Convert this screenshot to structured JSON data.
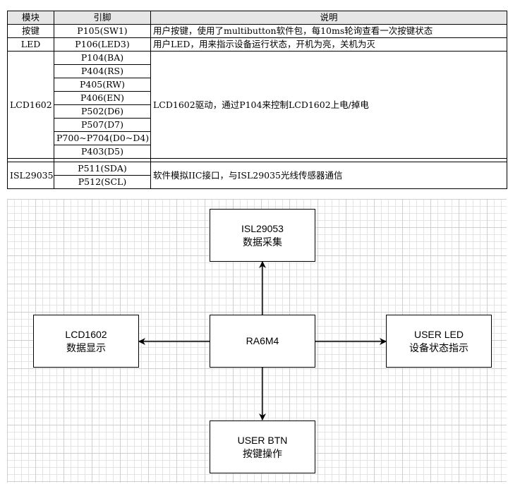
{
  "table": {
    "headers": {
      "module": "模块",
      "pins": "引脚",
      "description": "说明"
    },
    "rows": {
      "button": {
        "module": "按键",
        "pin": "P105(SW1)",
        "description": "用户按键，使用了multibutton软件包，每10ms轮询查看一次按键状态"
      },
      "led": {
        "module": "LED",
        "pin": "P106(LED3)",
        "description": "用户LED，用来指示设备运行状态，开机为亮，关机为灭"
      },
      "lcd": {
        "module": "LCD1602",
        "pins": [
          "P104(BA)",
          "P404(RS)",
          "P405(RW)",
          "P406(EN)",
          "P502(D6)",
          "P507(D7)",
          "P700~P704(D0~D4)",
          "P403(D5)"
        ],
        "description": "LCD1602驱动，通过P104来控制LCD1602上电/掉电"
      },
      "isl": {
        "module": "ISL29035",
        "pins": [
          "P511(SDA)",
          "P512(SCL)"
        ],
        "description": "软件模拟IIC接口，与ISL29035光线传感器通信"
      }
    }
  },
  "diagram": {
    "center": {
      "line1": "RA6M4"
    },
    "top": {
      "line1": "ISL29053",
      "line2": "数据采集"
    },
    "left": {
      "line1": "LCD1602",
      "line2": "数据显示"
    },
    "right": {
      "line1": "USER LED",
      "line2": "设备状态指示"
    },
    "bottom": {
      "line1": "USER BTN",
      "line2": "按键操作"
    }
  }
}
